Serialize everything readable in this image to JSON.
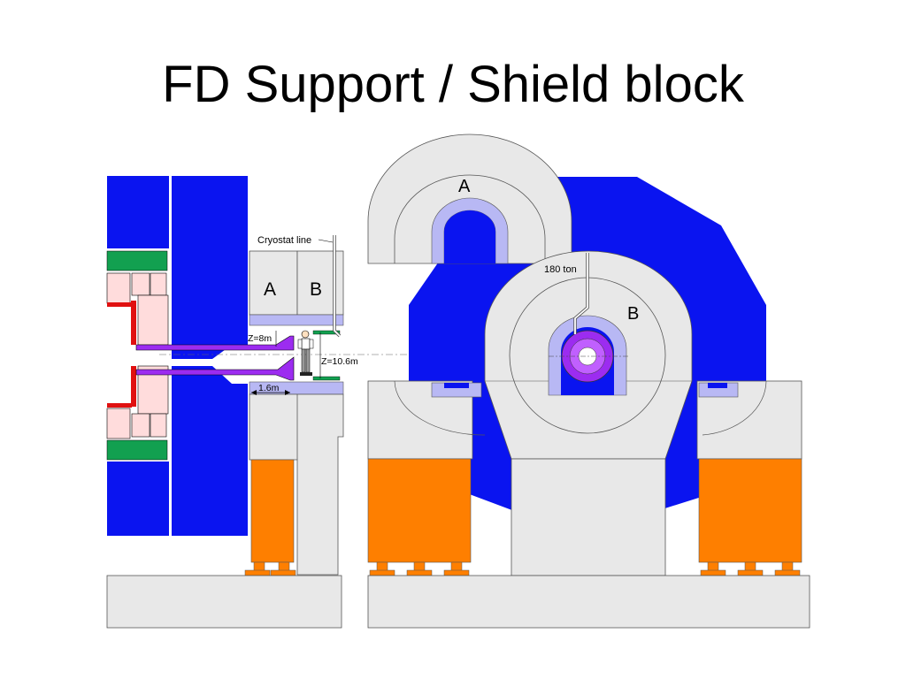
{
  "slide": {
    "title": "FD Support / Shield block"
  },
  "side_view": {
    "cryostat_label": "Cryostat line",
    "block_a_label": "A",
    "block_b_label": "B",
    "z8_label": "Z=8m",
    "z106_label": "Z=10.6m",
    "width_label": "1.6m"
  },
  "front_view": {
    "block_a_label": "A",
    "block_b_label": "B",
    "weight_label": "180 ton"
  },
  "colors": {
    "detector_blue": "#0a14f0",
    "shield_gray": "#e8e8e8",
    "support_orange": "#fe7f00",
    "coil_green": "#12a050",
    "pink": "#ffdcdc",
    "red": "#e01010",
    "light_blue": "#b8b8f4",
    "purple": "#9c2cf0"
  }
}
